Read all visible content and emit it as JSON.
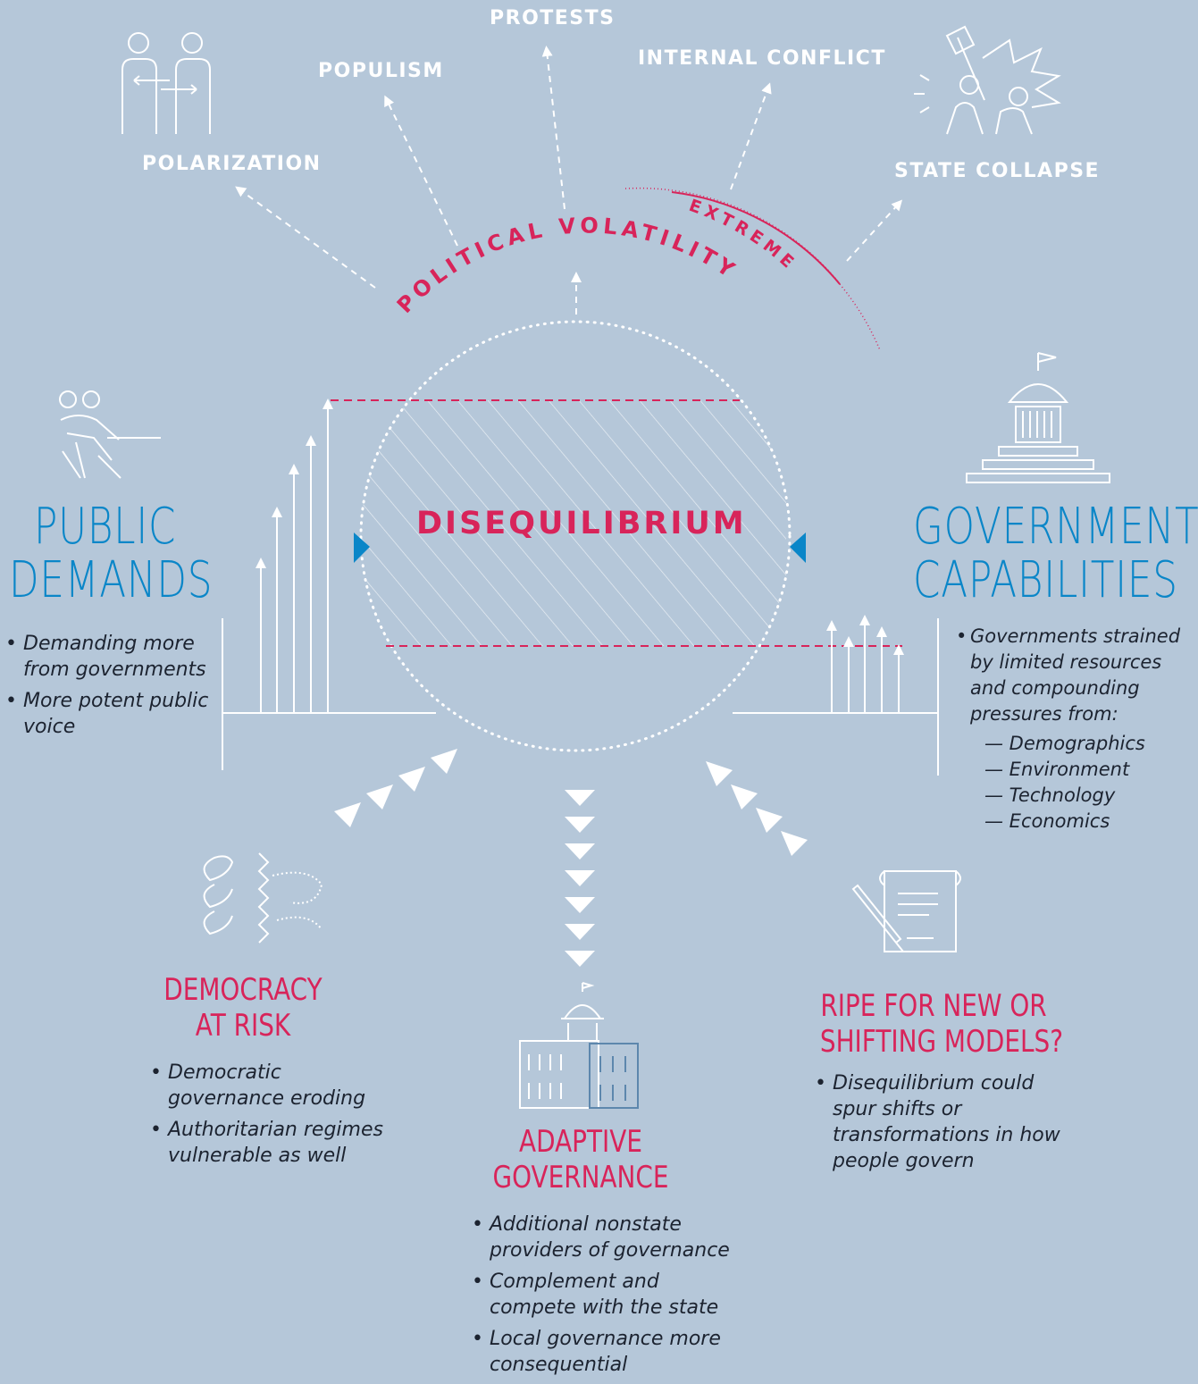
{
  "outcomes": {
    "protests": "PROTESTS",
    "populism": "POPULISM",
    "internal_conflict": "INTERNAL CONFLICT",
    "polarization": "POLARIZATION",
    "state_collapse": "STATE COLLAPSE"
  },
  "center": {
    "volatility": "POLITICAL VOLATILITY",
    "extreme": "EXTREME",
    "disequilibrium": "DISEQUILIBRIUM"
  },
  "public_demands": {
    "title_line1": "PUBLIC",
    "title_line2": "DEMANDS",
    "bullets": [
      "Demanding more from governments",
      "More potent public voice"
    ]
  },
  "government_capabilities": {
    "title_line1": "GOVERNMENT",
    "title_line2": "CAPABILITIES",
    "bullet": "Governments strained by limited resources and compounding pressures from:",
    "pressures": [
      "— Demographics",
      "— Environment",
      "— Technology",
      "— Economics"
    ]
  },
  "democracy_at_risk": {
    "title_line1": "DEMOCRACY",
    "title_line2": "AT RISK",
    "bullets": [
      "Democratic governance eroding",
      "Authoritarian regimes vulnerable as well"
    ]
  },
  "adaptive_governance": {
    "title_line1": "ADAPTIVE",
    "title_line2": "GOVERNANCE",
    "bullets": [
      "Additional nonstate providers of governance",
      "Complement and compete with the state",
      "Local governance more consequential"
    ]
  },
  "new_models": {
    "title_line1": "RIPE FOR NEW OR",
    "title_line2": "SHIFTING MODELS?",
    "bullets": [
      "Disequilibrium could spur shifts or transformations in how people govern"
    ]
  },
  "colors": {
    "background": "#b5c7d9",
    "blue": "#0a86c8",
    "pink": "#d8245a",
    "white": "#ffffff"
  }
}
